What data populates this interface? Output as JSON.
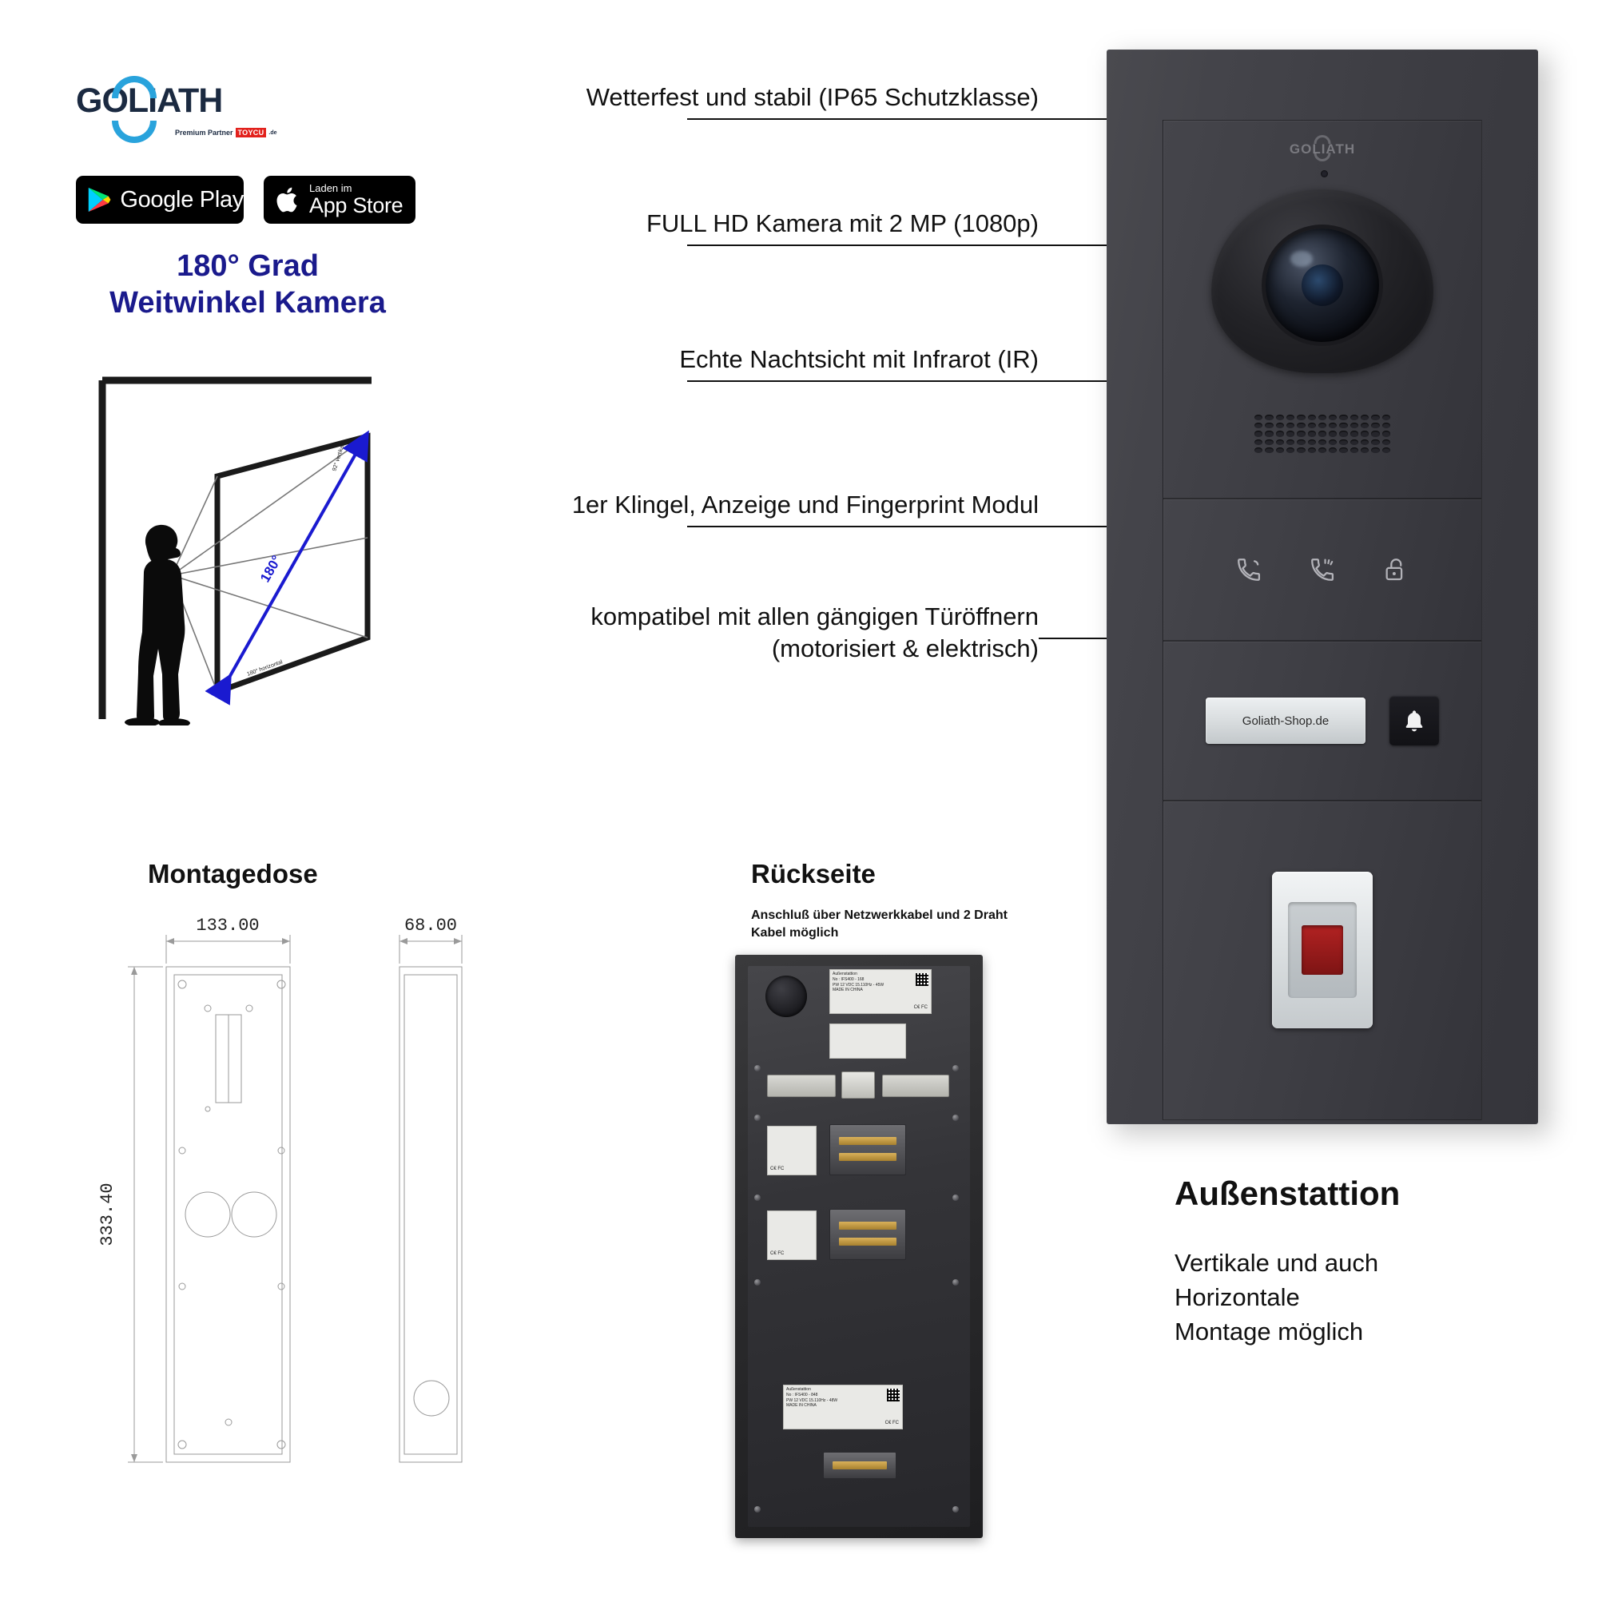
{
  "brand": {
    "logo_text": "GOLIATH",
    "tagline": "Premium Partner",
    "partner_badge": "TOYCU",
    "partner_suffix": ".de",
    "logo_color": "#1b2a41",
    "accent_color": "#29a3dc"
  },
  "store_badges": [
    {
      "name": "google-play",
      "small": "",
      "big": "Google Play"
    },
    {
      "name": "app-store",
      "small": "Laden im",
      "big": "App Store"
    }
  ],
  "headline": {
    "line1": "180° Grad",
    "line2": "Weitwinkel Kamera",
    "color": "#1a1a8c"
  },
  "angle_diagram": {
    "angle_label": "180°",
    "horizontal_label": "180° horizontal",
    "vertical_label": "92° vertikal",
    "arrow_color": "#1a1ad0"
  },
  "features": [
    {
      "text": "Wetterfest und stabil (IP65 Schutzklasse)"
    },
    {
      "text": "FULL HD Kamera mit 2 MP (1080p)"
    },
    {
      "text": "Echte Nachtsicht mit Infrarot (IR)"
    },
    {
      "text": "1er Klingel, Anzeige und Fingerprint Modul"
    },
    {
      "text": "kompatibel mit allen gängigen Türöffnern",
      "text2": "(motorisiert & elektrisch)"
    }
  ],
  "device": {
    "logo": "GOLIATH",
    "nameplate": "Goliath-Shop.de",
    "icons": [
      {
        "name": "call-icon"
      },
      {
        "name": "call-active-icon"
      },
      {
        "name": "unlock-icon"
      }
    ],
    "bell_icon": "bell-icon",
    "body_color": "#3c3c42"
  },
  "outdoor": {
    "title": "Außenstattion",
    "desc_line1": "Vertikale und auch",
    "desc_line2": "Horizontale",
    "desc_line3": "Montage möglich"
  },
  "mounting_box": {
    "heading": "Montagedose",
    "width_dim": "133.00",
    "depth_dim": "68.00",
    "height_dim": "333.40"
  },
  "back_side": {
    "heading": "Rückseite",
    "sub_line1": "Anschluß über Netzwerkkabel und 2 Draht",
    "sub_line2": "Kabel möglich",
    "labels": [
      {
        "title": "Außenstattion",
        "l1": "No : IFS400 - 168",
        "l2": "PW 12 VDC 15.110Hz - 45W",
        "l3": "MADE IN CHINA",
        "cert": "C€ FC"
      },
      {
        "title": "",
        "l1": "",
        "l2": "",
        "l3": "",
        "cert": "C€ FC"
      },
      {
        "title": "",
        "l1": "",
        "l2": "",
        "l3": "",
        "cert": "C€ FC"
      },
      {
        "title": "Außenstattion",
        "l1": "No : IFS400 - 848",
        "l2": "PW 12 VDC 15.110Hz - 48W",
        "l3": "MADE IN CHINA",
        "cert": "C€ FC"
      }
    ]
  }
}
